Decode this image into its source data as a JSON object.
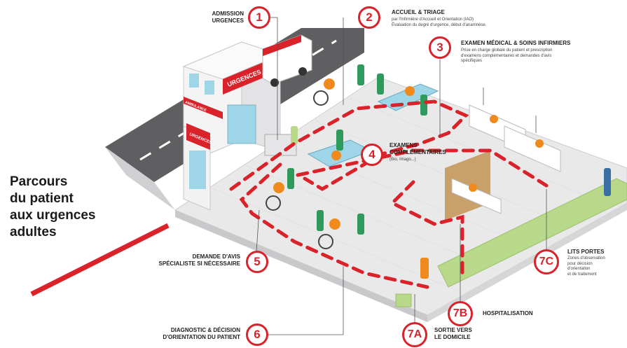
{
  "title_lines": [
    "Parcours",
    "du patient",
    "aux urgences",
    "adultes"
  ],
  "signs": {
    "urgences_roof": "URGENCES",
    "urgences_small": "URGENCES",
    "ambulance": "AMBULANCE"
  },
  "steps": [
    {
      "num": "1",
      "lines": [
        "ADMISSION",
        "URGENCES"
      ]
    },
    {
      "num": "2",
      "lines": [
        "ACCUEIL & TRIAGE"
      ],
      "sub": [
        "par l'Infirmière d'Accueil et Orientation (IAO)",
        "Évaluation du degré d'urgence, début d'anamnèse."
      ]
    },
    {
      "num": "3",
      "lines": [
        "EXAMEN MÉDICAL & SOINS INFIRMIERS"
      ],
      "sub": [
        "Prise en charge globale du patient et prescription",
        "d'examens complémentaires et demandes d'avis",
        "spécifiques"
      ]
    },
    {
      "num": "4",
      "lines": [
        "EXAMENS",
        "COMPLÉMENTAIRES"
      ],
      "sub": [
        "(Bio, Imago...)"
      ]
    },
    {
      "num": "5",
      "lines": [
        "DEMANDE D'AVIS",
        "SPÉCIALISTE SI NÉCESSAIRE"
      ]
    },
    {
      "num": "6",
      "lines": [
        "DIAGNOSTIC & DÉCISION",
        "D'ORIENTATION DU PATIENT"
      ]
    },
    {
      "num": "7A",
      "lines": [
        "SORTIE VERS",
        "LE DOMICILE"
      ]
    },
    {
      "num": "7B",
      "lines": [
        "HOSPITALISATION"
      ]
    },
    {
      "num": "7C",
      "lines": [
        "LITS PORTES"
      ],
      "sub": [
        "Zones d'observation",
        "pour décision",
        "d'orientation",
        "et de traitement"
      ]
    }
  ],
  "colors": {
    "accent": "#d9222a",
    "road": "#5f5f62",
    "floor": "#e9e9ea",
    "staff": "#2e9a5c",
    "patient": "#f08a1c"
  }
}
